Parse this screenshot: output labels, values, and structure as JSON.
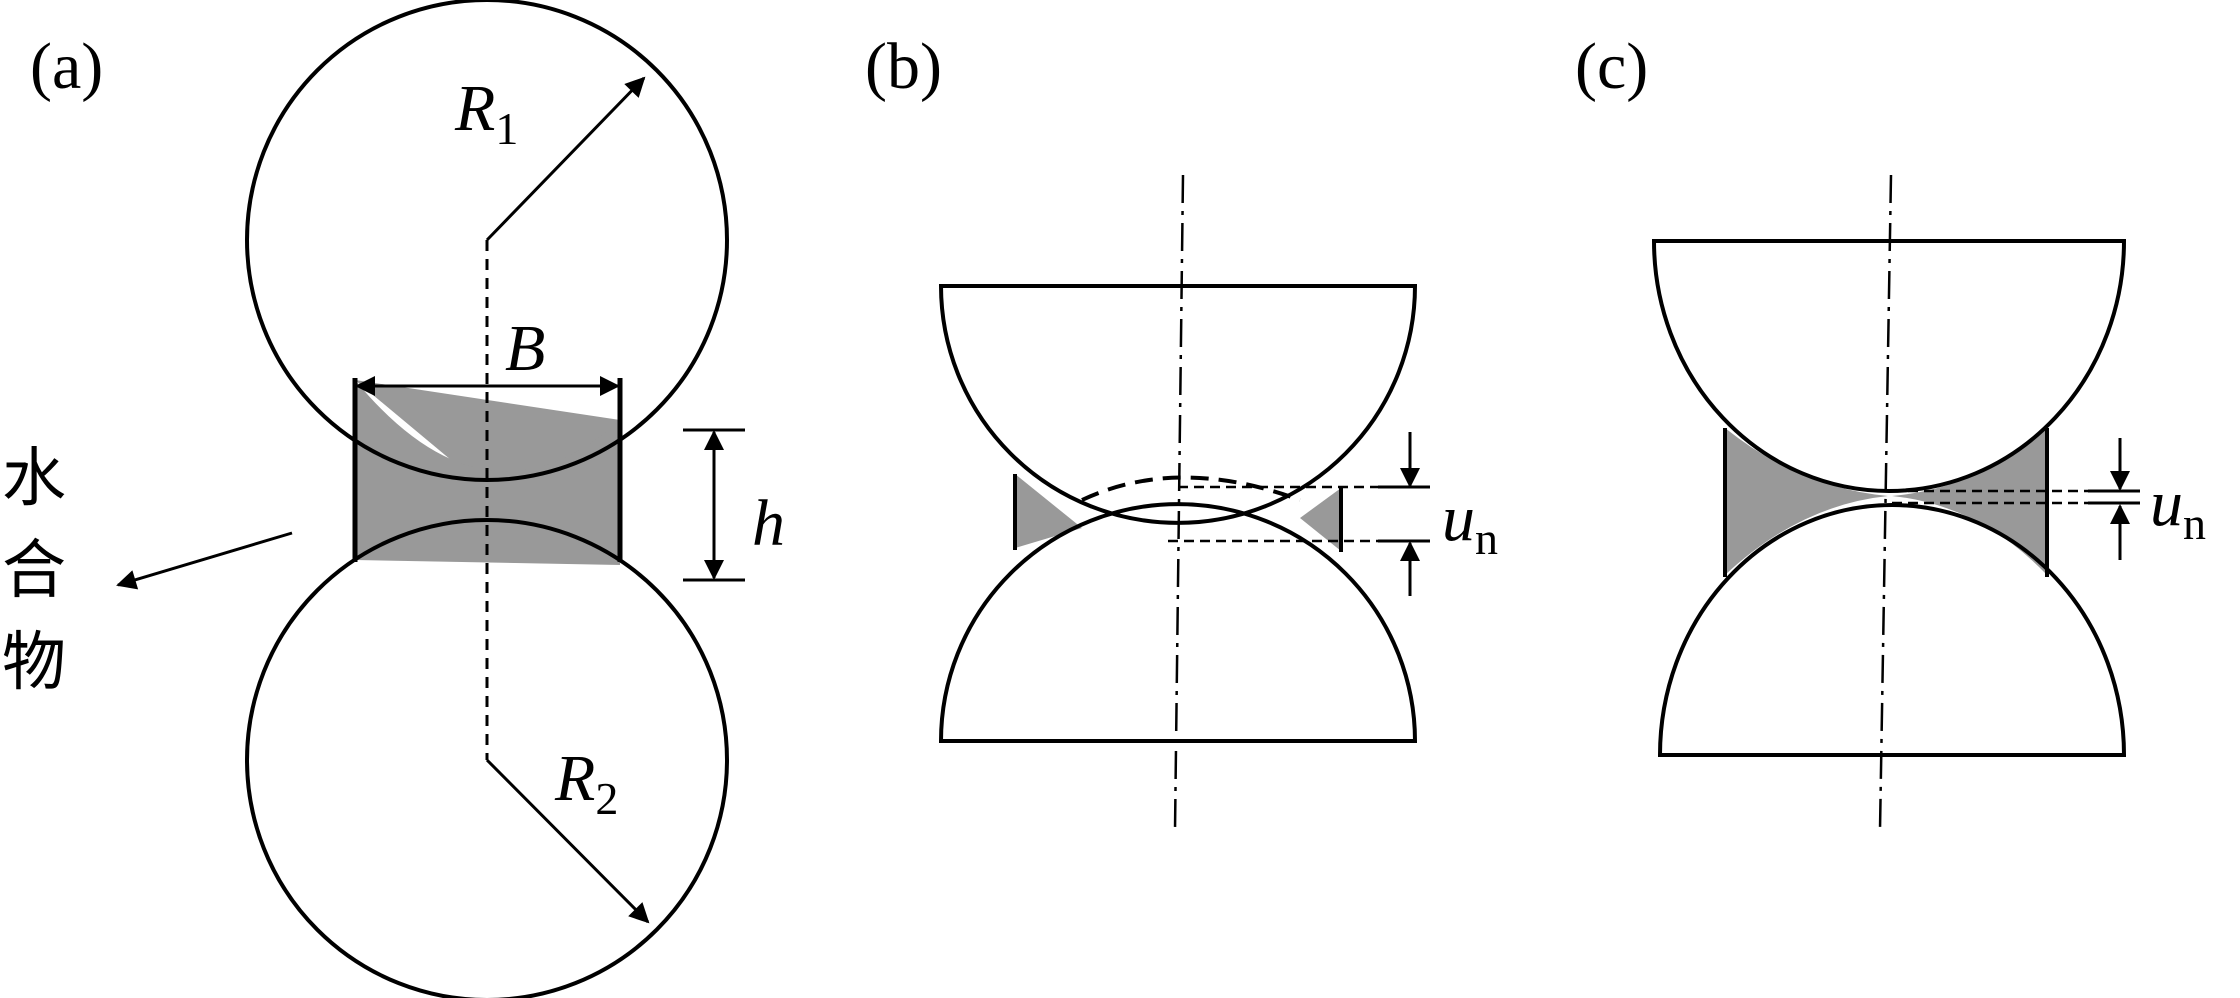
{
  "panels": {
    "a": {
      "tag": "(a)",
      "r1_letter": "R",
      "r1_sub": "1",
      "r2_letter": "R",
      "r2_sub": "2",
      "b_label": "B",
      "h_label": "h",
      "hydrate_chars": [
        "水",
        "合",
        "物"
      ]
    },
    "b": {
      "tag": "(b)",
      "u_letter": "u",
      "u_sub": "n"
    },
    "c": {
      "tag": "(c)",
      "u_letter": "u",
      "u_sub": "n"
    }
  },
  "colors": {
    "hydrate_fill": "#999999",
    "stroke": "#000000",
    "background": "#ffffff"
  }
}
